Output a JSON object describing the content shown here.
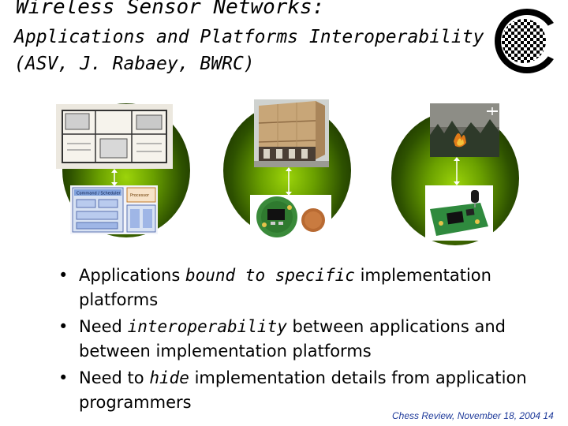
{
  "slide": {
    "title": "Wireless Sensor Networks:",
    "subtitle_line1": "Applications and Platforms Interoperability",
    "subtitle_line2": "(ASV, J. Rabaey, BWRC)",
    "logo_icon": "checkered-c-logo-icon"
  },
  "diagrams": [
    {
      "top_image": "floor-plan-image",
      "bottom_image": "block-diagram-image",
      "block_diagram_labels": [
        "Command / Scheduler",
        "Processor"
      ]
    },
    {
      "top_image": "building-image",
      "bottom_image": "sensor-node-coin-image"
    },
    {
      "top_image": "forest-fire-image",
      "bottom_image": "sensor-board-image"
    }
  ],
  "bullets": [
    {
      "parts": [
        {
          "text": "Applications ",
          "em": false
        },
        {
          "text": "bound to specific",
          "em": true
        },
        {
          "text": " implementation platforms",
          "em": false
        }
      ]
    },
    {
      "parts": [
        {
          "text": "Need ",
          "em": false
        },
        {
          "text": "interoperability",
          "em": true
        },
        {
          "text": " between applications and between implementation platforms",
          "em": false
        }
      ]
    },
    {
      "parts": [
        {
          "text": "Need to ",
          "em": false
        },
        {
          "text": "hide",
          "em": true
        },
        {
          "text": " implementation details from application programmers",
          "em": false
        }
      ]
    }
  ],
  "bullet_glyph": "•",
  "footer": "Chess Review, November 18, 2004  14",
  "colors": {
    "footer": "#1e3a9a",
    "orb_center": "#9cd40a",
    "orb_edge": "#0a1800"
  }
}
